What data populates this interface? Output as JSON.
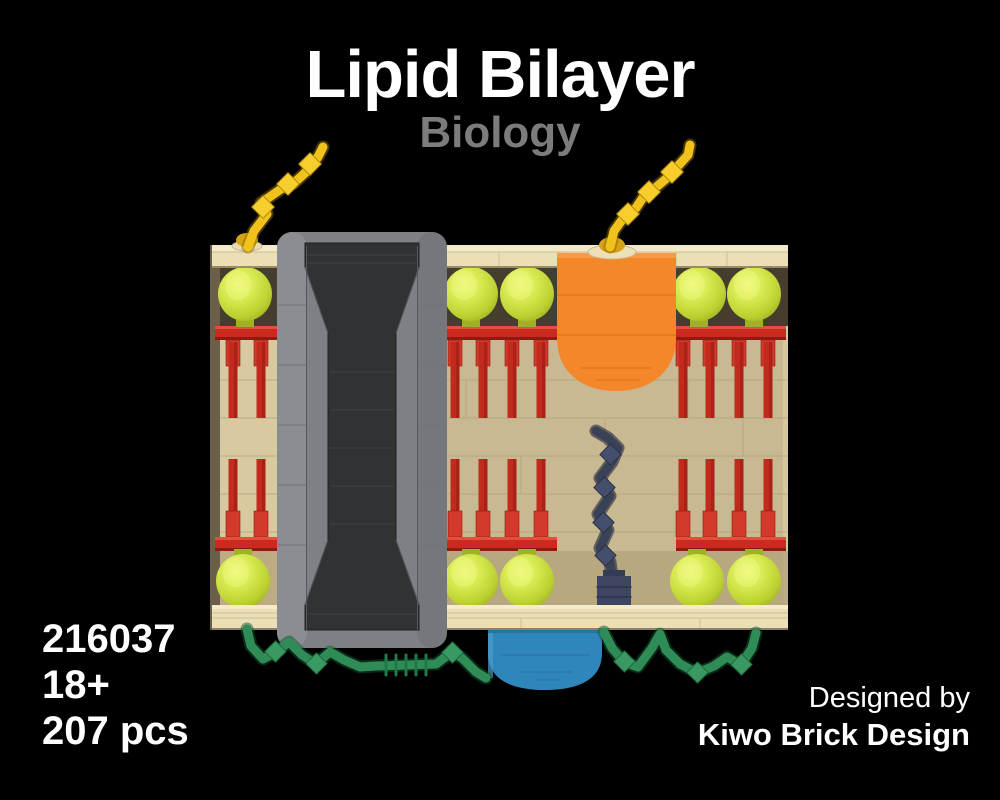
{
  "header": {
    "title": "Lipid Bilayer",
    "subtitle": "Biology"
  },
  "info": {
    "set_number": "216037",
    "age_rating": "18+",
    "piece_count": "207 pcs"
  },
  "credit": {
    "label": "Designed by",
    "designer": "Kiwo Brick Design"
  },
  "model": {
    "alt": "LEGO brick model of a lipid bilayer cross-section",
    "parts": [
      "membrane-plate-tan-top",
      "membrane-plate-tan-bottom",
      "phospholipid-head-spheres-lime",
      "fatty-acid-tail-rods-red",
      "channel-protein-gray",
      "surface-protein-orange",
      "surface-protein-blue",
      "glycoprotein-chain-yellow-left",
      "glycoprotein-chain-yellow-right",
      "glycolipid-chain-green",
      "cholesterol-zigzag-navy"
    ]
  },
  "colors": {
    "background": "#000000",
    "title_text": "#ffffff",
    "subtitle_text": "#7c7c7c",
    "plate_tan": "#EBDFB6",
    "wall_tan": "#C8B992",
    "head_lime": "#C6DC3B",
    "tail_red": "#C92A20",
    "channel_gray": "#7D8185",
    "channel_interior": "#303234",
    "protein_orange": "#F5872B",
    "protein_blue": "#2E86BA",
    "chain_yellow": "#F2C21C",
    "chain_green": "#2F8C57",
    "zigzag_navy": "#3A4258"
  }
}
